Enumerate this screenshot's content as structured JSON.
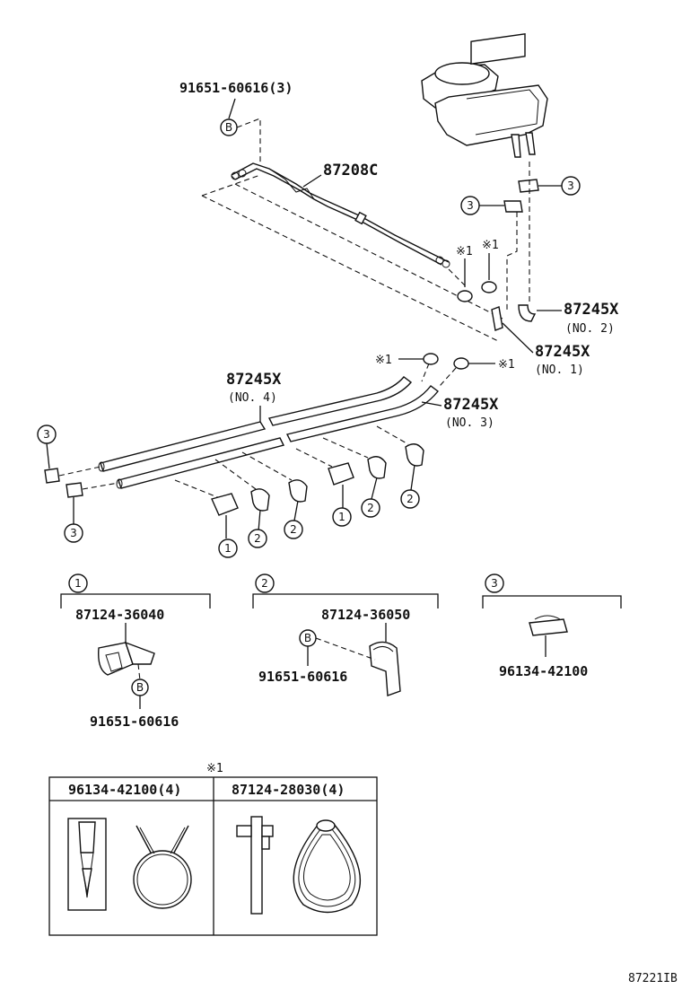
{
  "labels": {
    "bolt_top": "91651-60616(3)",
    "pipe": "87208C",
    "hose_no2": "87245X",
    "hose_no2_sub": "(NO. 2)",
    "hose_no1": "87245X",
    "hose_no1_sub": "(NO. 1)",
    "hose_no4": "87245X",
    "hose_no4_sub": "(NO. 4)",
    "hose_no3": "87245X",
    "hose_no3_sub": "(NO. 3)",
    "clamp1_part": "87124-36040",
    "clamp1_bolt": "91651-60616",
    "clamp2_part": "87124-36050",
    "clamp2_bolt": "91651-60616",
    "clip3_part": "96134-42100",
    "table_note": "※1",
    "table_col1": "96134-42100(4)",
    "table_col2": "87124-28030(4)",
    "figure_id": "87221IB"
  },
  "markers": {
    "b": "B",
    "one": "1",
    "two": "2",
    "three": "3",
    "note": "※1"
  }
}
